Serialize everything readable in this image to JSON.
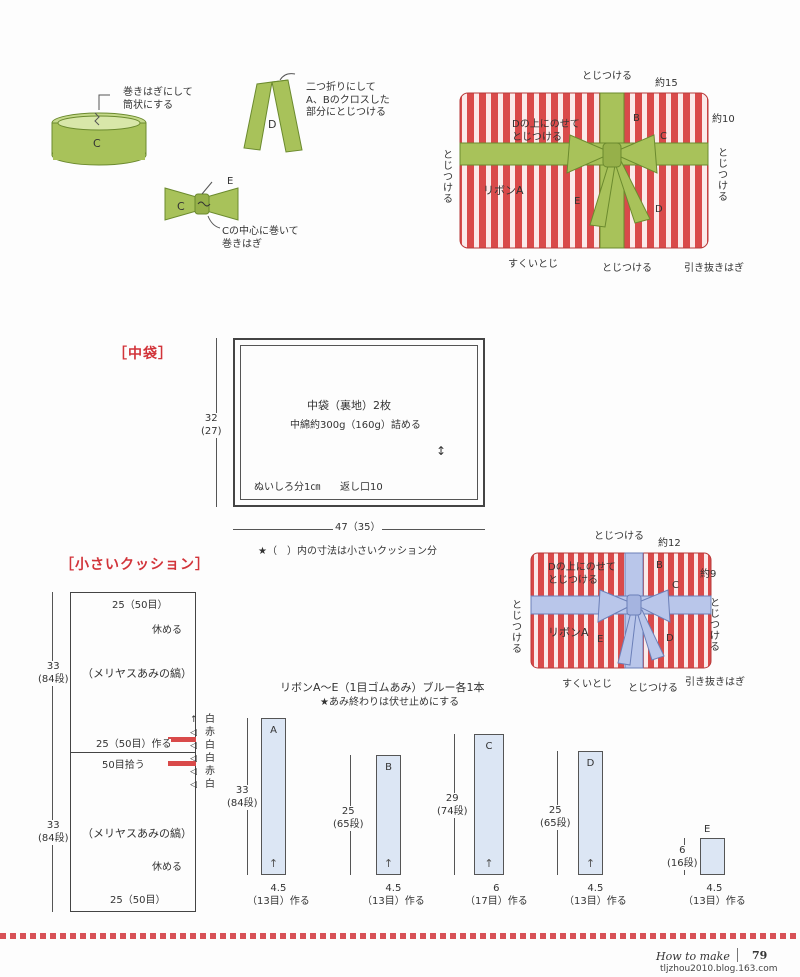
{
  "top_left": {
    "c_band_note": "巻きはぎにして\n筒状にする",
    "d_note": "二つ折りにして\nA、Bのクロスした\n部分にとじつける",
    "c_center_note": "Cの中心に巻いて\n巻きはぎ",
    "label_c": "C",
    "label_d": "D",
    "label_e": "E"
  },
  "gift_large": {
    "label_top_sew": "とじつける",
    "label_approx15": "約15",
    "label_b": "B",
    "label_approx10": "約10",
    "label_on_d": "Dの上にのせて\nとじつける",
    "label_c": "C",
    "label_left_sew": "とじつける",
    "label_right_sew": "とじつける",
    "label_ribbon_a": "リボンA",
    "label_e": "E",
    "label_d": "D",
    "label_scoop": "すくいとじ",
    "label_bottom_sew": "とじつける",
    "label_pull": "引き抜きはぎ"
  },
  "inner_bag": {
    "title": "［中袋］",
    "name": "中袋（裏地）2枚",
    "fill": "中綿約300g（160g）詰める",
    "seam": "ぬいしろ分1㎝",
    "opening": "返し口10",
    "height": "32\n(27)",
    "width": "47（35）",
    "note": "★（　）内の寸法は小さいクッション分"
  },
  "small_cushion": {
    "title": "［小さいクッション］",
    "top_width": "25（50目）",
    "rest_top": "休める",
    "upper_h": "33\n(84段)",
    "upper_label": "（メリヤスあみの縞）",
    "made_label": "25（50目）作る",
    "pick_label": "50目拾う",
    "lower_h": "33\n(84段)",
    "lower_label": "（メリヤスあみの縞）",
    "rest_bottom": "休める",
    "bottom_width": "25（50目）",
    "stripes": [
      "白",
      "赤",
      "白",
      "白",
      "赤",
      "白"
    ]
  },
  "gift_small": {
    "label_top_sew": "とじつける",
    "label_approx12": "約12",
    "label_b": "B",
    "label_approx9": "約9",
    "label_on_d": "Dの上にのせて\nとじつける",
    "label_c": "C",
    "label_left_sew": "とじつける",
    "label_right_sew": "とじつける",
    "label_ribbon_a": "リボンA",
    "label_e": "E",
    "label_d": "D",
    "label_scoop": "すくいとじ",
    "label_bottom_sew": "とじつける",
    "label_pull": "引き抜きはぎ"
  },
  "ribbons": {
    "title": "リボンA～E（1目ゴムあみ）ブルー各1本",
    "note": "★あみ終わりは伏せ止めにする",
    "items": [
      {
        "name": "A",
        "height": "33\n(84段)",
        "width": "4.5\n（13目）作る"
      },
      {
        "name": "B",
        "height": "25\n(65段)",
        "width": "4.5\n（13目）作る"
      },
      {
        "name": "C",
        "height": "29\n(74段)",
        "width": "6\n（17目）作る"
      },
      {
        "name": "D",
        "height": "25\n(65段)",
        "width": "4.5\n（13目）作る"
      },
      {
        "name": "E",
        "height": "6\n(16段)",
        "width": "4.5\n（13目）作る"
      }
    ],
    "arrow": "↑"
  },
  "footer": {
    "how_to": "How to make",
    "page": "79",
    "watermark": "tljzhou2010.blog.163.com"
  },
  "colors": {
    "accent_red": "#d2343a",
    "ribbon_green": "#a8c25a",
    "ribbon_blue": "#b9c6ea",
    "stripe_red": "#d94a4a",
    "strip_fill": "#dce6f4"
  }
}
